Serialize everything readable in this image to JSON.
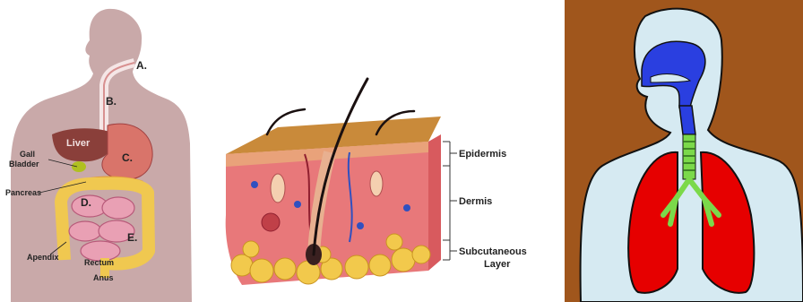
{
  "digestive": {
    "labels": {
      "a": "A.",
      "b": "B.",
      "c": "C.",
      "d": "D.",
      "e": "E.",
      "liver": "Liver",
      "gall_1": "Gall",
      "gall_2": "Bladder",
      "pancreas": "Pancreas",
      "apendix": "Apendix",
      "rectum": "Rectum",
      "anus": "Anus"
    }
  },
  "skin": {
    "labels": {
      "epidermis": "Epidermis",
      "dermis": "Dermis",
      "subcutaneous_1": "Subcutaneous",
      "subcutaneous_2": "Layer"
    }
  },
  "respiratory": {
    "background_color": "#a0561c",
    "body_color": "#d6eaf2",
    "airway_color": "#2a3fe0",
    "trachea_color": "#7bd94a",
    "lung_color": "#e60000"
  },
  "colors": {
    "body_silhouette": "#c9a9a9",
    "skin_top": "#c98a3a",
    "dermis": "#e8787a",
    "fat": "#f2c94c"
  }
}
